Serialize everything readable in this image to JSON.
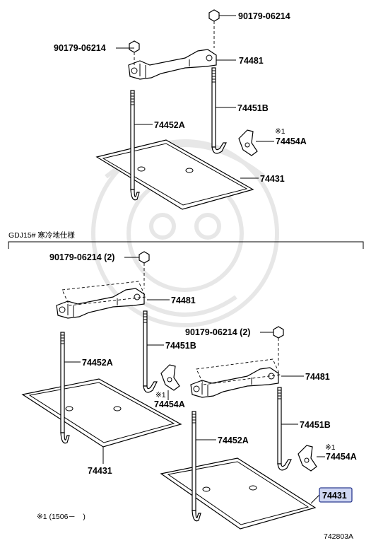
{
  "variant_label": "GDJ15# 寒冷地仕様",
  "footnote": "※1 (1506－　)",
  "footnote_mark": "※1",
  "figure_id": "742803A",
  "highlight_color": "#cfd6f2",
  "highlighted_part": "74431",
  "groups": [
    {
      "labels": {
        "nut_right": "90179-06214",
        "nut_left": "90179-06214",
        "clamp": "74481",
        "bolt_b": "74451B",
        "bolt_a": "74452A",
        "hook": "74454A",
        "tray": "74431"
      }
    },
    {
      "labels": {
        "nut": "90179-06214 (2)",
        "clamp": "74481",
        "bolt_b": "74451B",
        "bolt_a": "74452A",
        "hook": "74454A",
        "tray": "74431"
      }
    },
    {
      "labels": {
        "nut": "90179-06214 (2)",
        "clamp": "74481",
        "bolt_b": "74451B",
        "bolt_a": "74452A",
        "hook": "74454A",
        "tray": "74431"
      }
    }
  ]
}
